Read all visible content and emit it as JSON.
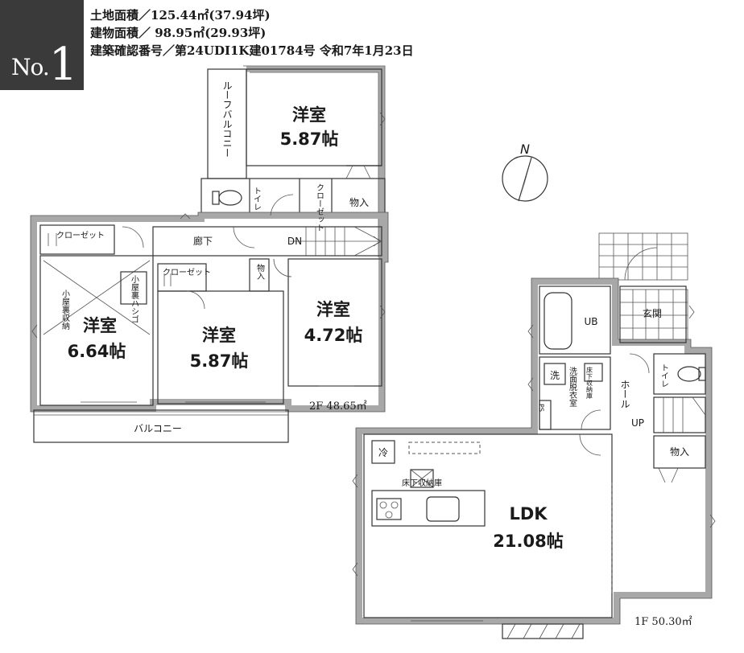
{
  "badge": {
    "prefix": "No.",
    "number": "1"
  },
  "info": {
    "land_area": "土地面積／125.44㎡(37.94坪)",
    "building_area": "建物面積／ 98.95㎡(29.93坪)",
    "permit": "建築確認番号／第24UDI1K建01784号 令和7年1月23日"
  },
  "floor2": {
    "area_label": "2F 48.65㎡",
    "rooms": {
      "room_a": {
        "name": "洋室",
        "size": "5.87帖"
      },
      "room_b": {
        "name": "洋室",
        "size": "6.64帖"
      },
      "room_c": {
        "name": "洋室",
        "size": "5.87帖"
      },
      "room_d": {
        "name": "洋室",
        "size": "4.72帖"
      }
    },
    "roof_balcony": "ルーフバルコニー",
    "toilet": "トイレ",
    "closet_small": "クローゼット",
    "storage": "物入",
    "hallway": "廊下",
    "down": "DN",
    "closet_left": "クローゼット",
    "closet_mid": "クローゼット",
    "attic_storage": "小屋裏収納",
    "attic_ladder": "小屋裏ハシゴ",
    "storage_mid": "物入",
    "balcony": "バルコニー"
  },
  "floor1": {
    "area_label": "1F 50.30㎡",
    "bath": "UB",
    "entrance": "玄関",
    "toilet": "トイレ",
    "hall": "ホール",
    "up": "UP",
    "washer": "洗",
    "dressing": "洗面脱衣室",
    "underfloor_small": "床下収納庫",
    "ps": "PS",
    "storage": "物入",
    "fridge": "冷",
    "underfloor": "床下収納庫",
    "ldk": {
      "name": "LDK",
      "size": "21.08帖"
    }
  },
  "compass": {
    "label": "N"
  }
}
